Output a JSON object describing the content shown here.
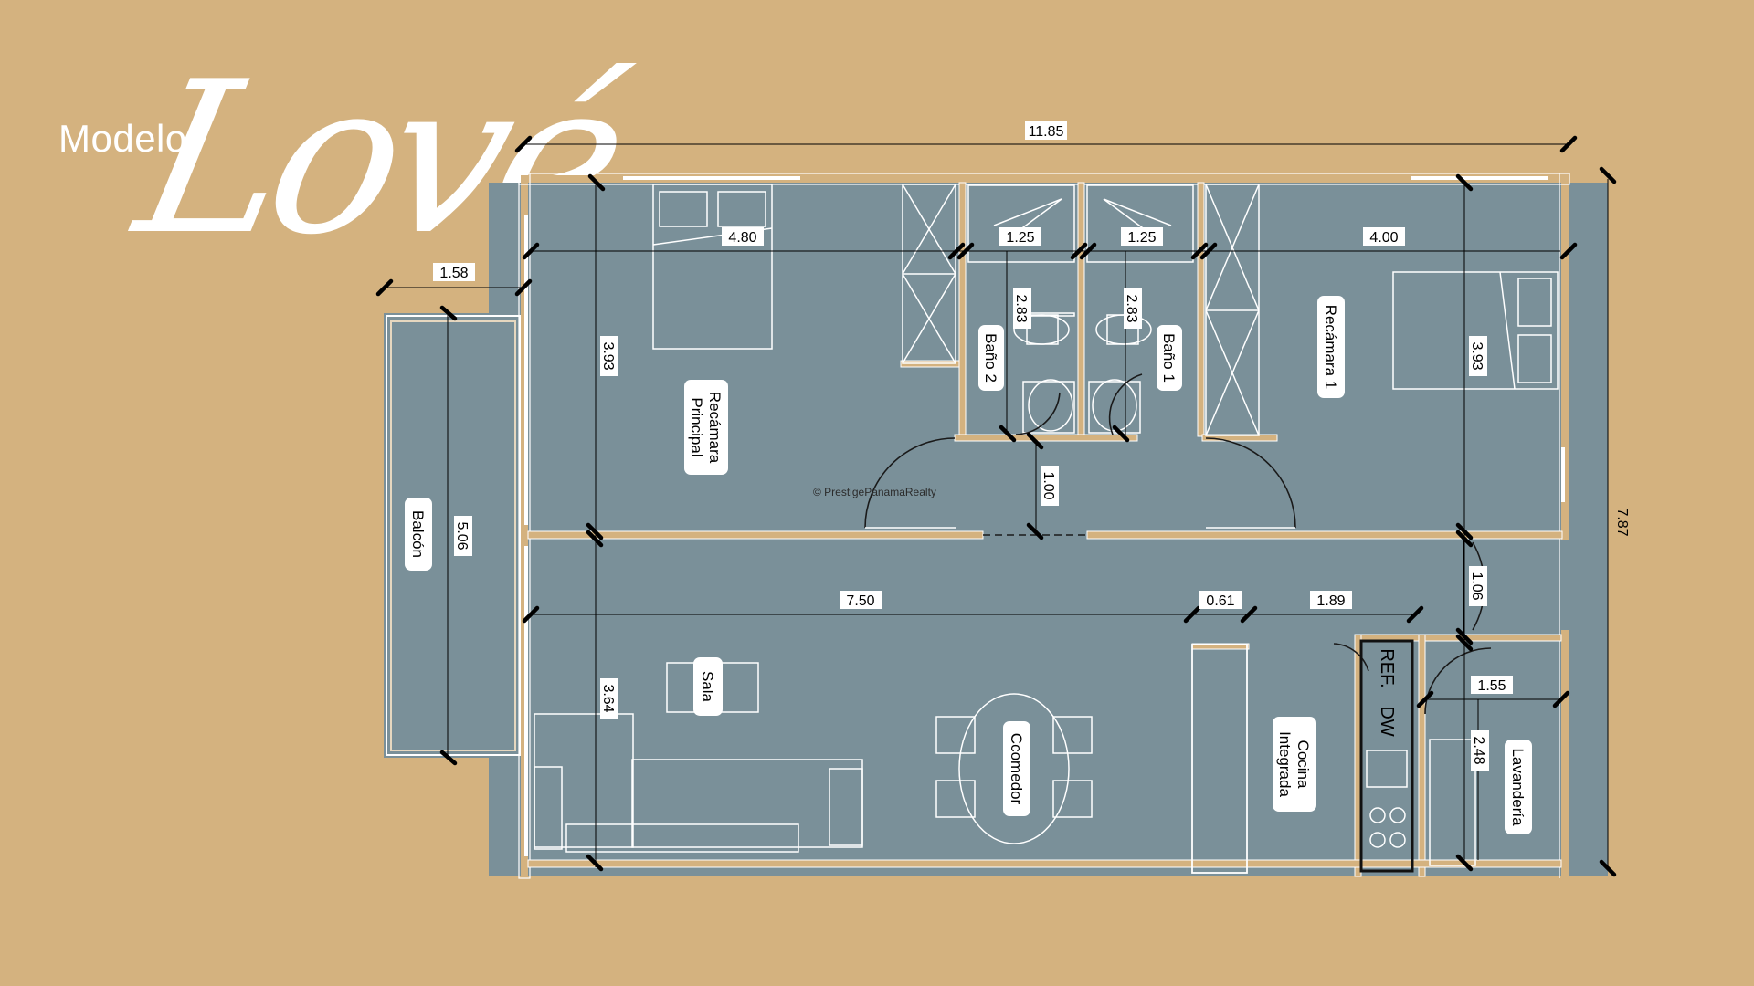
{
  "title": {
    "prefix": "Modelo",
    "name": "Lové"
  },
  "watermark": "© PrestigePanamaRealty",
  "rooms": {
    "master": [
      "Recámara",
      "Principal"
    ],
    "bed1": "Recámara 1",
    "bath1": "Baño 1",
    "bath2": "Baño 2",
    "balcony": "Balcón",
    "living": "Sala",
    "dining": "Ccomedor",
    "kitchen": [
      "Cocina",
      "Integrada"
    ],
    "laundry": "Lavandería",
    "fridge": "REF.",
    "dishwasher": "DW"
  },
  "dimensions": {
    "total_width": "11.85",
    "total_height": "7.87",
    "balcony_width": "1.58",
    "balcony_length": "5.06",
    "master_width": "4.80",
    "master_depth": "3.93",
    "bath2_width": "1.25",
    "bath1_width": "1.25",
    "bath2_depth": "2.83",
    "bath1_depth": "2.83",
    "bed1_width": "4.00",
    "bed1_depth": "3.93",
    "hall_width": "1.00",
    "living_width": "7.50",
    "living_depth": "3.64",
    "counter_width": "0.61",
    "kitchen_width": "1.89",
    "door_width": "1.06",
    "laundry_width": "1.55",
    "laundry_depth": "2.48"
  },
  "colors": {
    "background": "#D4B27F",
    "floor": "#7A9099",
    "wall": "#D4B27F",
    "line": "#FFFFFF"
  }
}
